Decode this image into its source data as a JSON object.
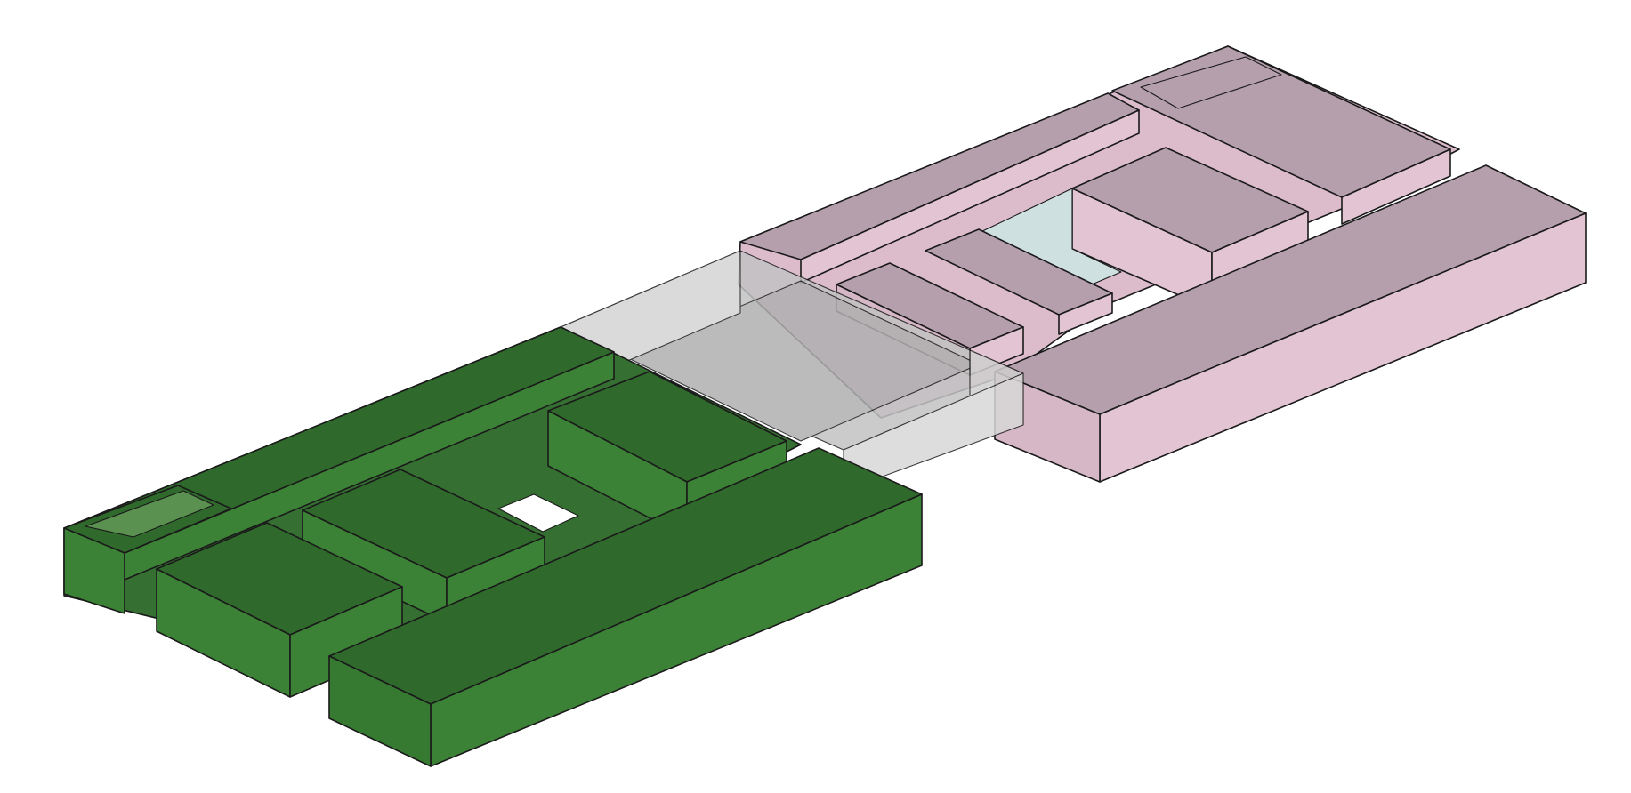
{
  "figure": {
    "kind": "isometric-3d-block-model",
    "caption": ""
  },
  "colors": {
    "background": "#ffffff",
    "green_top": "#2f6a2c",
    "green_side": "#3c8236",
    "green_dark": "#285a26",
    "pink_top": "#b59fad",
    "pink_side": "#e2c4d3",
    "glass_top": "#b4b4b4",
    "glass_side": "#d0d0d0",
    "teal_inner": "#cfe0e1",
    "edge": "#1a1a1a"
  },
  "components": [
    {
      "name": "green-slab",
      "color": "green"
    },
    {
      "name": "glass-connector",
      "color": "gray-transparent"
    },
    {
      "name": "pink-slab",
      "color": "pink"
    }
  ]
}
